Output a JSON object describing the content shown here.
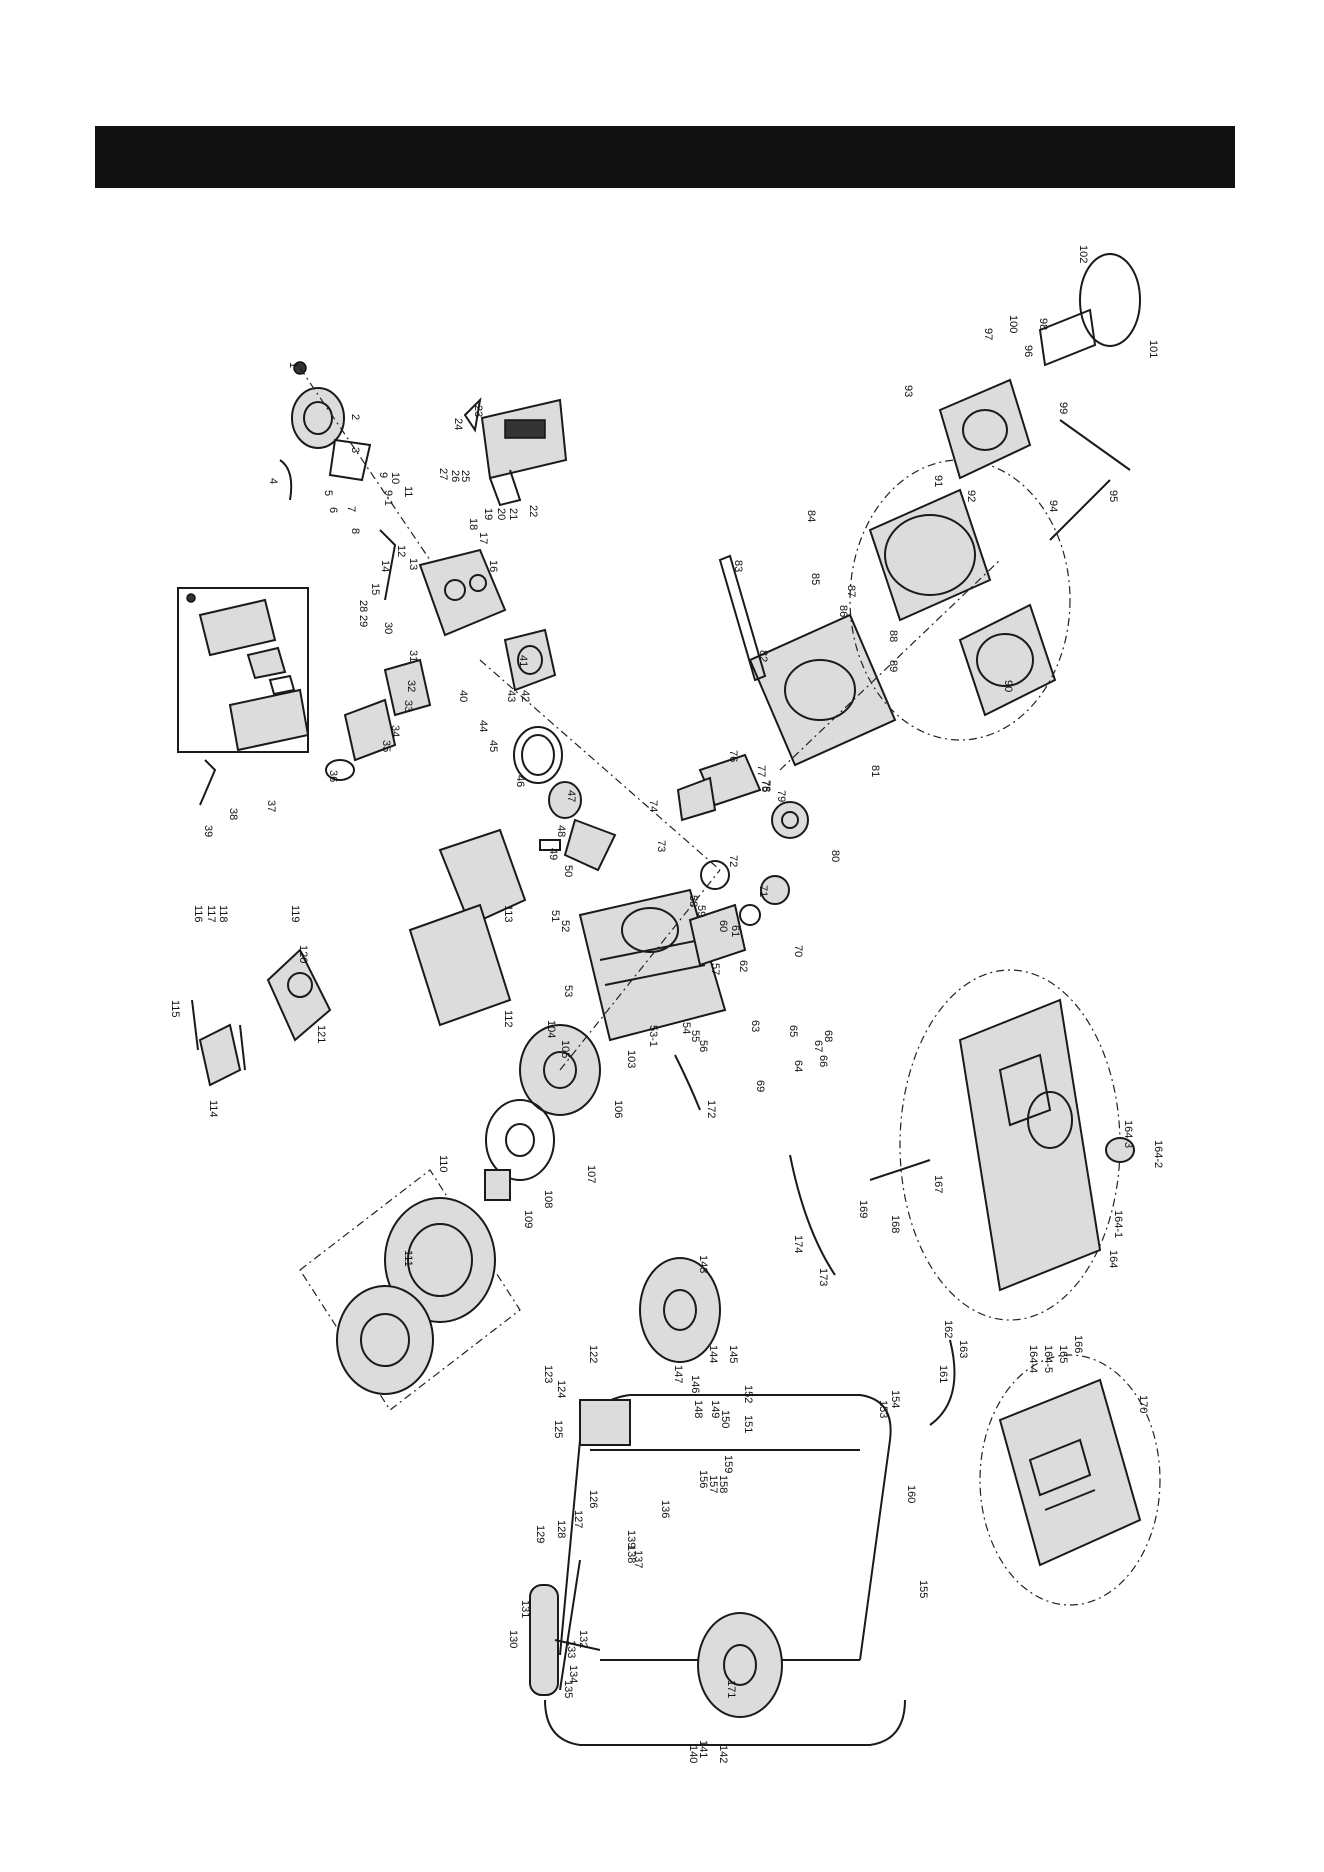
{
  "header": {
    "title": ""
  },
  "colors": {
    "header_bar": "#111111",
    "line": "#1a1a1a",
    "paper": "#ffffff"
  },
  "callouts": [
    "1",
    "2",
    "3",
    "4",
    "5",
    "6",
    "7",
    "8",
    "9",
    "9-1",
    "10",
    "11",
    "12",
    "13",
    "14",
    "15",
    "16",
    "17",
    "18",
    "19",
    "20",
    "21",
    "22",
    "23",
    "24",
    "25",
    "26",
    "27",
    "28",
    "29",
    "30",
    "31",
    "32",
    "33",
    "34",
    "35",
    "36",
    "37",
    "38",
    "39",
    "40",
    "41",
    "42",
    "43",
    "44",
    "45",
    "46",
    "47",
    "48",
    "49",
    "50",
    "51",
    "52",
    "53",
    "53-1",
    "54",
    "55",
    "56",
    "57",
    "58",
    "59",
    "60",
    "61",
    "62",
    "63",
    "64",
    "65",
    "66",
    "67",
    "68",
    "69",
    "70",
    "71",
    "72",
    "73",
    "74",
    "75",
    "76",
    "77",
    "78",
    "79",
    "80",
    "81",
    "82",
    "83",
    "84",
    "85",
    "86",
    "87",
    "88",
    "89",
    "90",
    "91",
    "92",
    "93",
    "94",
    "95",
    "96",
    "97",
    "98",
    "99",
    "100",
    "101",
    "102",
    "103",
    "104",
    "105",
    "106",
    "107",
    "108",
    "109",
    "110",
    "111",
    "112",
    "113",
    "114",
    "115",
    "116",
    "117",
    "118",
    "119",
    "120",
    "121",
    "122",
    "123",
    "124",
    "125",
    "126",
    "127",
    "128",
    "129",
    "130",
    "131",
    "132",
    "133",
    "134",
    "135",
    "136",
    "137",
    "138",
    "139",
    "140",
    "141",
    "142",
    "143",
    "144",
    "145",
    "146",
    "147",
    "148",
    "149",
    "150",
    "151",
    "152",
    "153",
    "154",
    "155",
    "156",
    "157",
    "158",
    "159",
    "160",
    "161",
    "162",
    "163",
    "164",
    "164-1",
    "164-2",
    "164-3",
    "164-4",
    "164-5",
    "165",
    "166",
    "167",
    "168",
    "169",
    "170",
    "171",
    "172",
    "173",
    "174"
  ]
}
